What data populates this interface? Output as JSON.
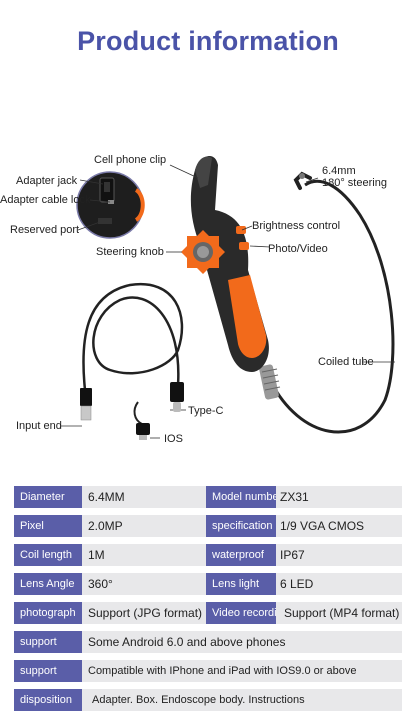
{
  "title": "Product information",
  "callouts": {
    "cell_phone_clip": "Cell phone clip",
    "adapter_jack": "Adapter jack",
    "adapter_cable_lock": "Adapter cable lock",
    "reserved_port": "Reserved port",
    "steering_knob": "Steering knob",
    "brightness_control": "Brightness control",
    "photo_video": "Photo/Video",
    "tip_size": "6.4mm",
    "tip_steering": "180° steering",
    "coiled_tube": "Coiled tube",
    "input_end": "Input end",
    "type_c": "Type-C",
    "ios": "IOS"
  },
  "colors": {
    "title": "#4a53a8",
    "label_bg": "#5a5ea8",
    "row_bg": "#e8e8ea",
    "accent_orange": "#f26a1b",
    "body_dark": "#2a2a2a"
  },
  "specs": {
    "diameter": {
      "label": "Diameter",
      "value": "6.4MM"
    },
    "model": {
      "label": "Model numbe",
      "value": "ZX31"
    },
    "pixel": {
      "label": "Pixel",
      "value": "2.0MP"
    },
    "specification": {
      "label": "specification",
      "value": "1/9 VGA CMOS"
    },
    "coil": {
      "label": "Coil length",
      "value": "1M"
    },
    "waterproof": {
      "label": "waterproof",
      "value": "IP67"
    },
    "lens_angle": {
      "label": "Lens Angle",
      "value": "360°"
    },
    "lens_light": {
      "label": "Lens light",
      "value": "6 LED"
    },
    "photograph": {
      "label": "photograph",
      "value": "Support (JPG format)"
    },
    "video": {
      "label": "Video recordin",
      "value": "Support (MP4 format)"
    },
    "support1": {
      "label": "support",
      "value": "Some Android 6.0 and above phones"
    },
    "support2": {
      "label": "support",
      "value": "Compatible with IPhone and iPad with IOS9.0 or above"
    },
    "disposition": {
      "label": "disposition",
      "value": "Adapter. Box. Endoscope body. Instructions"
    }
  }
}
